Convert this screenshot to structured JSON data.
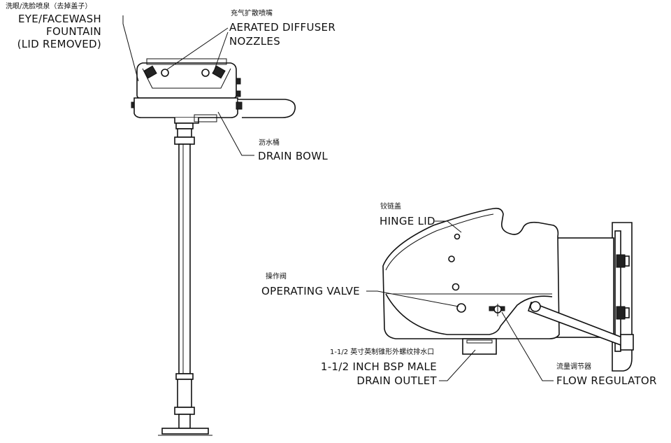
{
  "callouts": {
    "eye_facewash": {
      "cn": "洗眼/洗脸喷泉（去掉盖子）",
      "en": [
        "EYE/FACEWASH",
        "FOUNTAIN",
        "(LID REMOVED)"
      ]
    },
    "aerated_nozzles": {
      "cn": "充气扩散喷嘴",
      "en": [
        "AERATED DIFFUSER",
        "NOZZLES"
      ]
    },
    "drain_bowl": {
      "cn": "沥水桶",
      "en": [
        "DRAIN BOWL"
      ]
    },
    "hinge_lid": {
      "cn": "铰链盖",
      "en": [
        "HINGE LID"
      ]
    },
    "operating_valve": {
      "cn": "操作阀",
      "en": [
        "OPERATING VALVE"
      ]
    },
    "drain_outlet": {
      "cn": "1-1/2 英寸英制锥形外螺纹排水口",
      "en": [
        "1-1/2 INCH BSP MALE",
        "DRAIN OUTLET"
      ]
    },
    "flow_regulator": {
      "cn": "流量调节器",
      "en": [
        "FLOW REGULATOR"
      ]
    }
  }
}
